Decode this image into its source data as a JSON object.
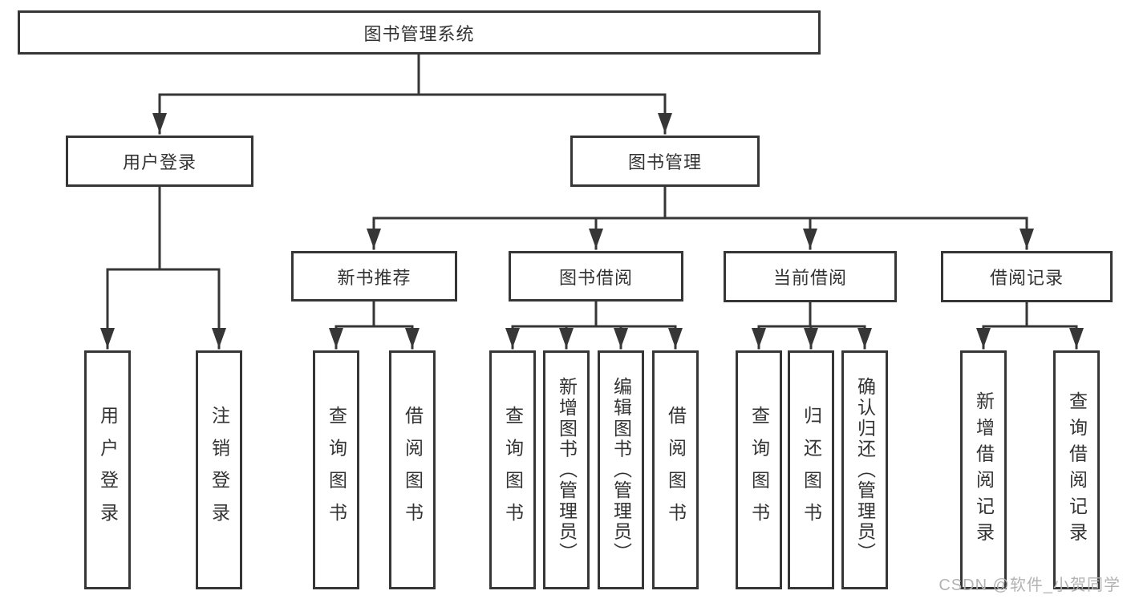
{
  "root": {
    "label": "图书管理系统"
  },
  "branches": {
    "user_login": {
      "label": "用户登录"
    },
    "book_mgmt": {
      "label": "图书管理"
    }
  },
  "modules": {
    "recommend": {
      "label": "新书推荐"
    },
    "borrow": {
      "label": "图书借阅"
    },
    "current": {
      "label": "当前借阅"
    },
    "records": {
      "label": "借阅记录"
    }
  },
  "leaves": {
    "login": [
      "用户登录",
      "注销登录"
    ],
    "recommend": [
      "查询图书",
      "借阅图书"
    ],
    "borrow": [
      "查询图书",
      "新增图书（管理员）",
      "编辑图书（管理员）",
      "借阅图书"
    ],
    "current": [
      "查询图书",
      "归还图书",
      "确认归还（管理员）"
    ],
    "records": [
      "新增借阅记录",
      "查询借阅记录"
    ]
  },
  "watermark": "CSDN @软件_小贺同学",
  "colors": {
    "line": "#363636",
    "text": "#333333",
    "watermark": "#b3b3b3",
    "background": "#ffffff"
  }
}
